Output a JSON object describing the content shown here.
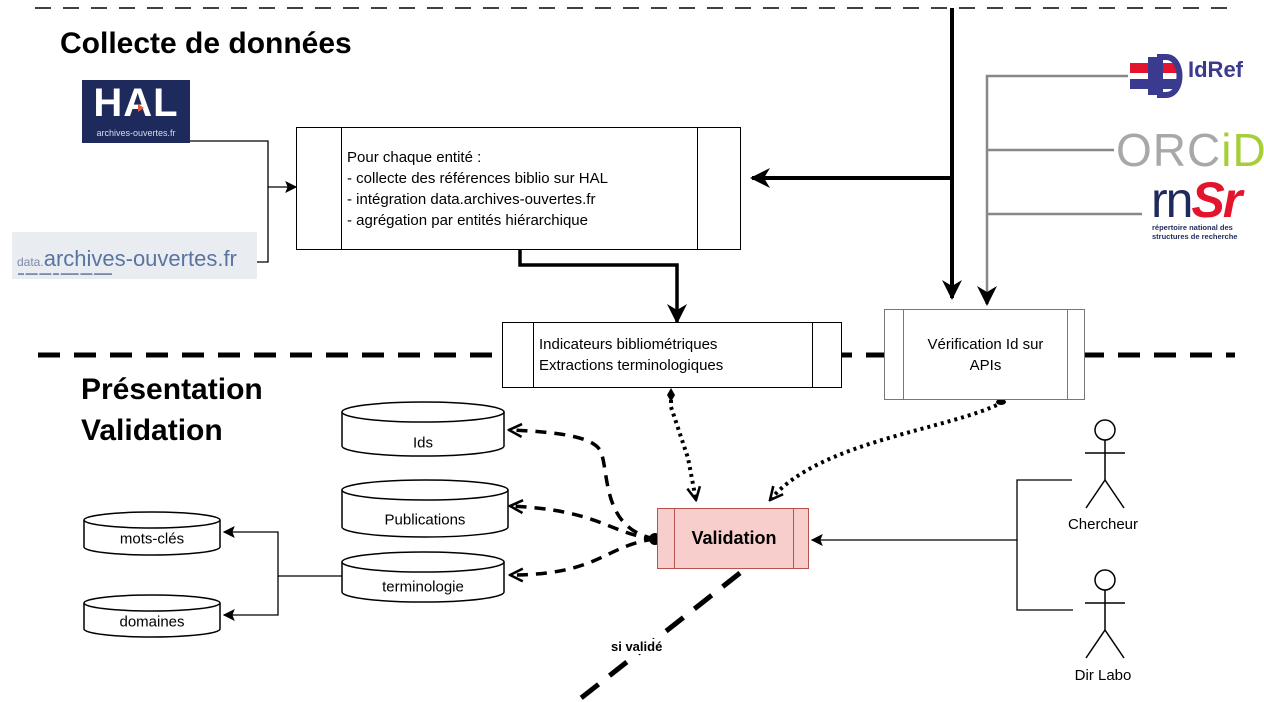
{
  "sections": {
    "collecte": "Collecte de données",
    "presentation": "Présentation",
    "validation": "Validation"
  },
  "logos": {
    "hal": {
      "mark": "HAL",
      "subtitle": "archives-ouvertes.fr"
    },
    "data_archives": {
      "prefix": "data.",
      "name": "archives-ouvertes.fr"
    },
    "idref": {
      "name": "IdRef"
    },
    "orcid": {
      "letters": "ORC",
      "accent": "iD"
    },
    "rnsr": {
      "mark_rn": "rn",
      "mark_sr": "Sr",
      "tagline": [
        "répertoire national des",
        "structures de recherche"
      ]
    }
  },
  "processes": {
    "collect": {
      "lines": [
        "Pour chaque entité :",
        "- collecte des références biblio sur HAL",
        "- intégration data.archives-ouvertes.fr",
        "- agrégation par entités hiérarchique"
      ]
    },
    "indicators": {
      "lines": [
        "Indicateurs bibliométriques",
        "Extractions terminologiques"
      ]
    },
    "verification": {
      "lines": [
        "Vérification Id sur",
        "APIs"
      ]
    },
    "validation": {
      "label": "Validation"
    }
  },
  "datastores": {
    "ids": "Ids",
    "publications": "Publications",
    "terminologie": "terminologie",
    "mots_cles": "mots-clés",
    "domaines": "domaines"
  },
  "actors": {
    "chercheur": "Chercheur",
    "dir_labo": "Dir Labo"
  },
  "edges": {
    "si_valide": "si validé"
  },
  "colors": {
    "validation_fill": "#f8cecc",
    "validation_stroke": "#b85450",
    "hal_brand": "#1f2a5c",
    "orcid_green": "#a6ce39",
    "rnsr_red": "#e3142b"
  }
}
